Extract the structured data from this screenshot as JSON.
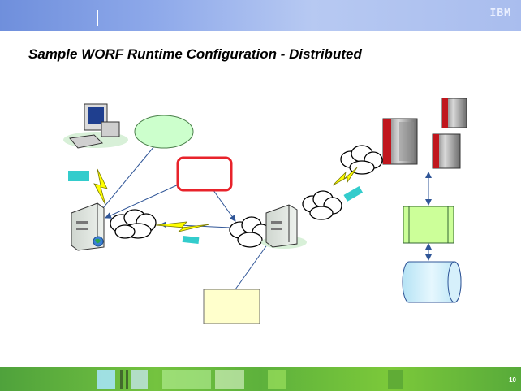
{
  "header": {
    "logo_text": "IBM",
    "accent_color": "#7f9be4"
  },
  "slide": {
    "title": "Sample WORF Runtime Configuration - Distributed",
    "page_number": "10"
  },
  "diagram": {
    "nodes": [
      {
        "name": "client-workstation",
        "icon": "desktop-computer-icon"
      },
      {
        "name": "ellipse-blank",
        "shape": "ellipse",
        "color": "#ccffcc"
      },
      {
        "name": "red-box-blank",
        "shape": "rounded-rectangle",
        "color": "#e8232b"
      },
      {
        "name": "left-server",
        "icon": "server-tower-icon"
      },
      {
        "name": "right-server",
        "icon": "server-tower-icon"
      },
      {
        "name": "yellow-box-blank",
        "shape": "rectangle",
        "color": "#ffffcc"
      },
      {
        "name": "mainframe-large",
        "icon": "mainframe-icon"
      },
      {
        "name": "mainframe-small-top",
        "icon": "mainframe-icon"
      },
      {
        "name": "mainframe-small-bottom",
        "icon": "mainframe-icon"
      },
      {
        "name": "green-process-box",
        "shape": "process",
        "color": "#ccff99"
      },
      {
        "name": "database-cylinder",
        "shape": "cylinder",
        "color": "#cceeff"
      }
    ],
    "colors": {
      "cloud_stroke": "#000000",
      "connector": "#2f5597",
      "lightning": "#ffff00",
      "tag": "#33cccc"
    }
  }
}
